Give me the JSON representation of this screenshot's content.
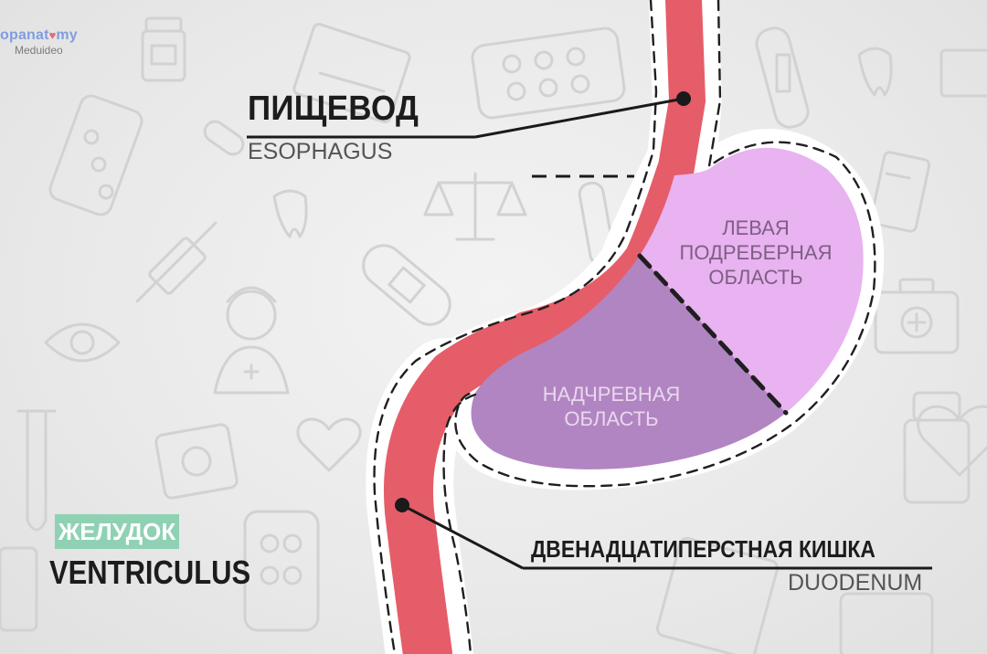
{
  "logo": {
    "brand_part1": "opanat",
    "brand_part2": "my",
    "sub": "Meduideo"
  },
  "esophagus": {
    "ru": "ПИЩЕВОД",
    "en": "ESOPHAGUS"
  },
  "duodenum": {
    "ru": "ДВЕНАДЦАТИПЕРСТНАЯ КИШКА",
    "en": "DUODENUM"
  },
  "stomach": {
    "ru": "ЖЕЛУДОК",
    "en": "VENTRICULUS"
  },
  "regions": {
    "left_hypochondriac": [
      "ЛЕВАЯ",
      "ПОДРЕБЕРНАЯ",
      "ОБЛАСТЬ"
    ],
    "epigastric": [
      "НАДЧРЕВНАЯ",
      "ОБЛАСТЬ"
    ]
  },
  "colors": {
    "tube": "#e55d69",
    "fundus": "#e9b2f1",
    "body": "#b185c2",
    "badge": "#8fd1b3",
    "icon_lines": "#d2d2d2"
  },
  "icons": [
    "pill-bottle-icon",
    "clipboard-icon",
    "pill-blister-icon",
    "test-tube-icon",
    "tooth-icon",
    "scale-icon",
    "syringe-icon",
    "bandage-icon",
    "eye-icon",
    "nurse-icon",
    "first-aid-kit-icon",
    "heart-icon",
    "pill-icon"
  ]
}
